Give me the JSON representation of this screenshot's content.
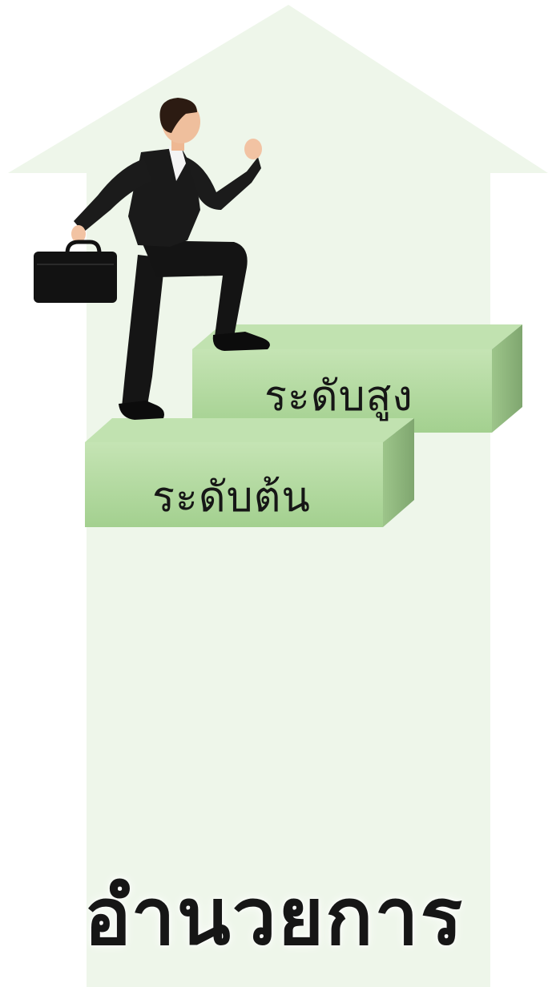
{
  "diagram": {
    "steps": [
      {
        "label": "ระดับต้น",
        "level": "low"
      },
      {
        "label": "ระดับสูง",
        "level": "high"
      }
    ],
    "title": "อำนวยการ",
    "icons": [
      "up-arrow-background",
      "businessman-climbing-icon",
      "briefcase-icon"
    ]
  },
  "colors": {
    "arrow": "#eef6ea",
    "step_front_top": "#c5e4b4",
    "step_front_bottom": "#a3d08f",
    "step_top_face": "#c1e2b0",
    "step_side_face": "#8bb27a",
    "suit": "#111111",
    "text": "#161616"
  }
}
